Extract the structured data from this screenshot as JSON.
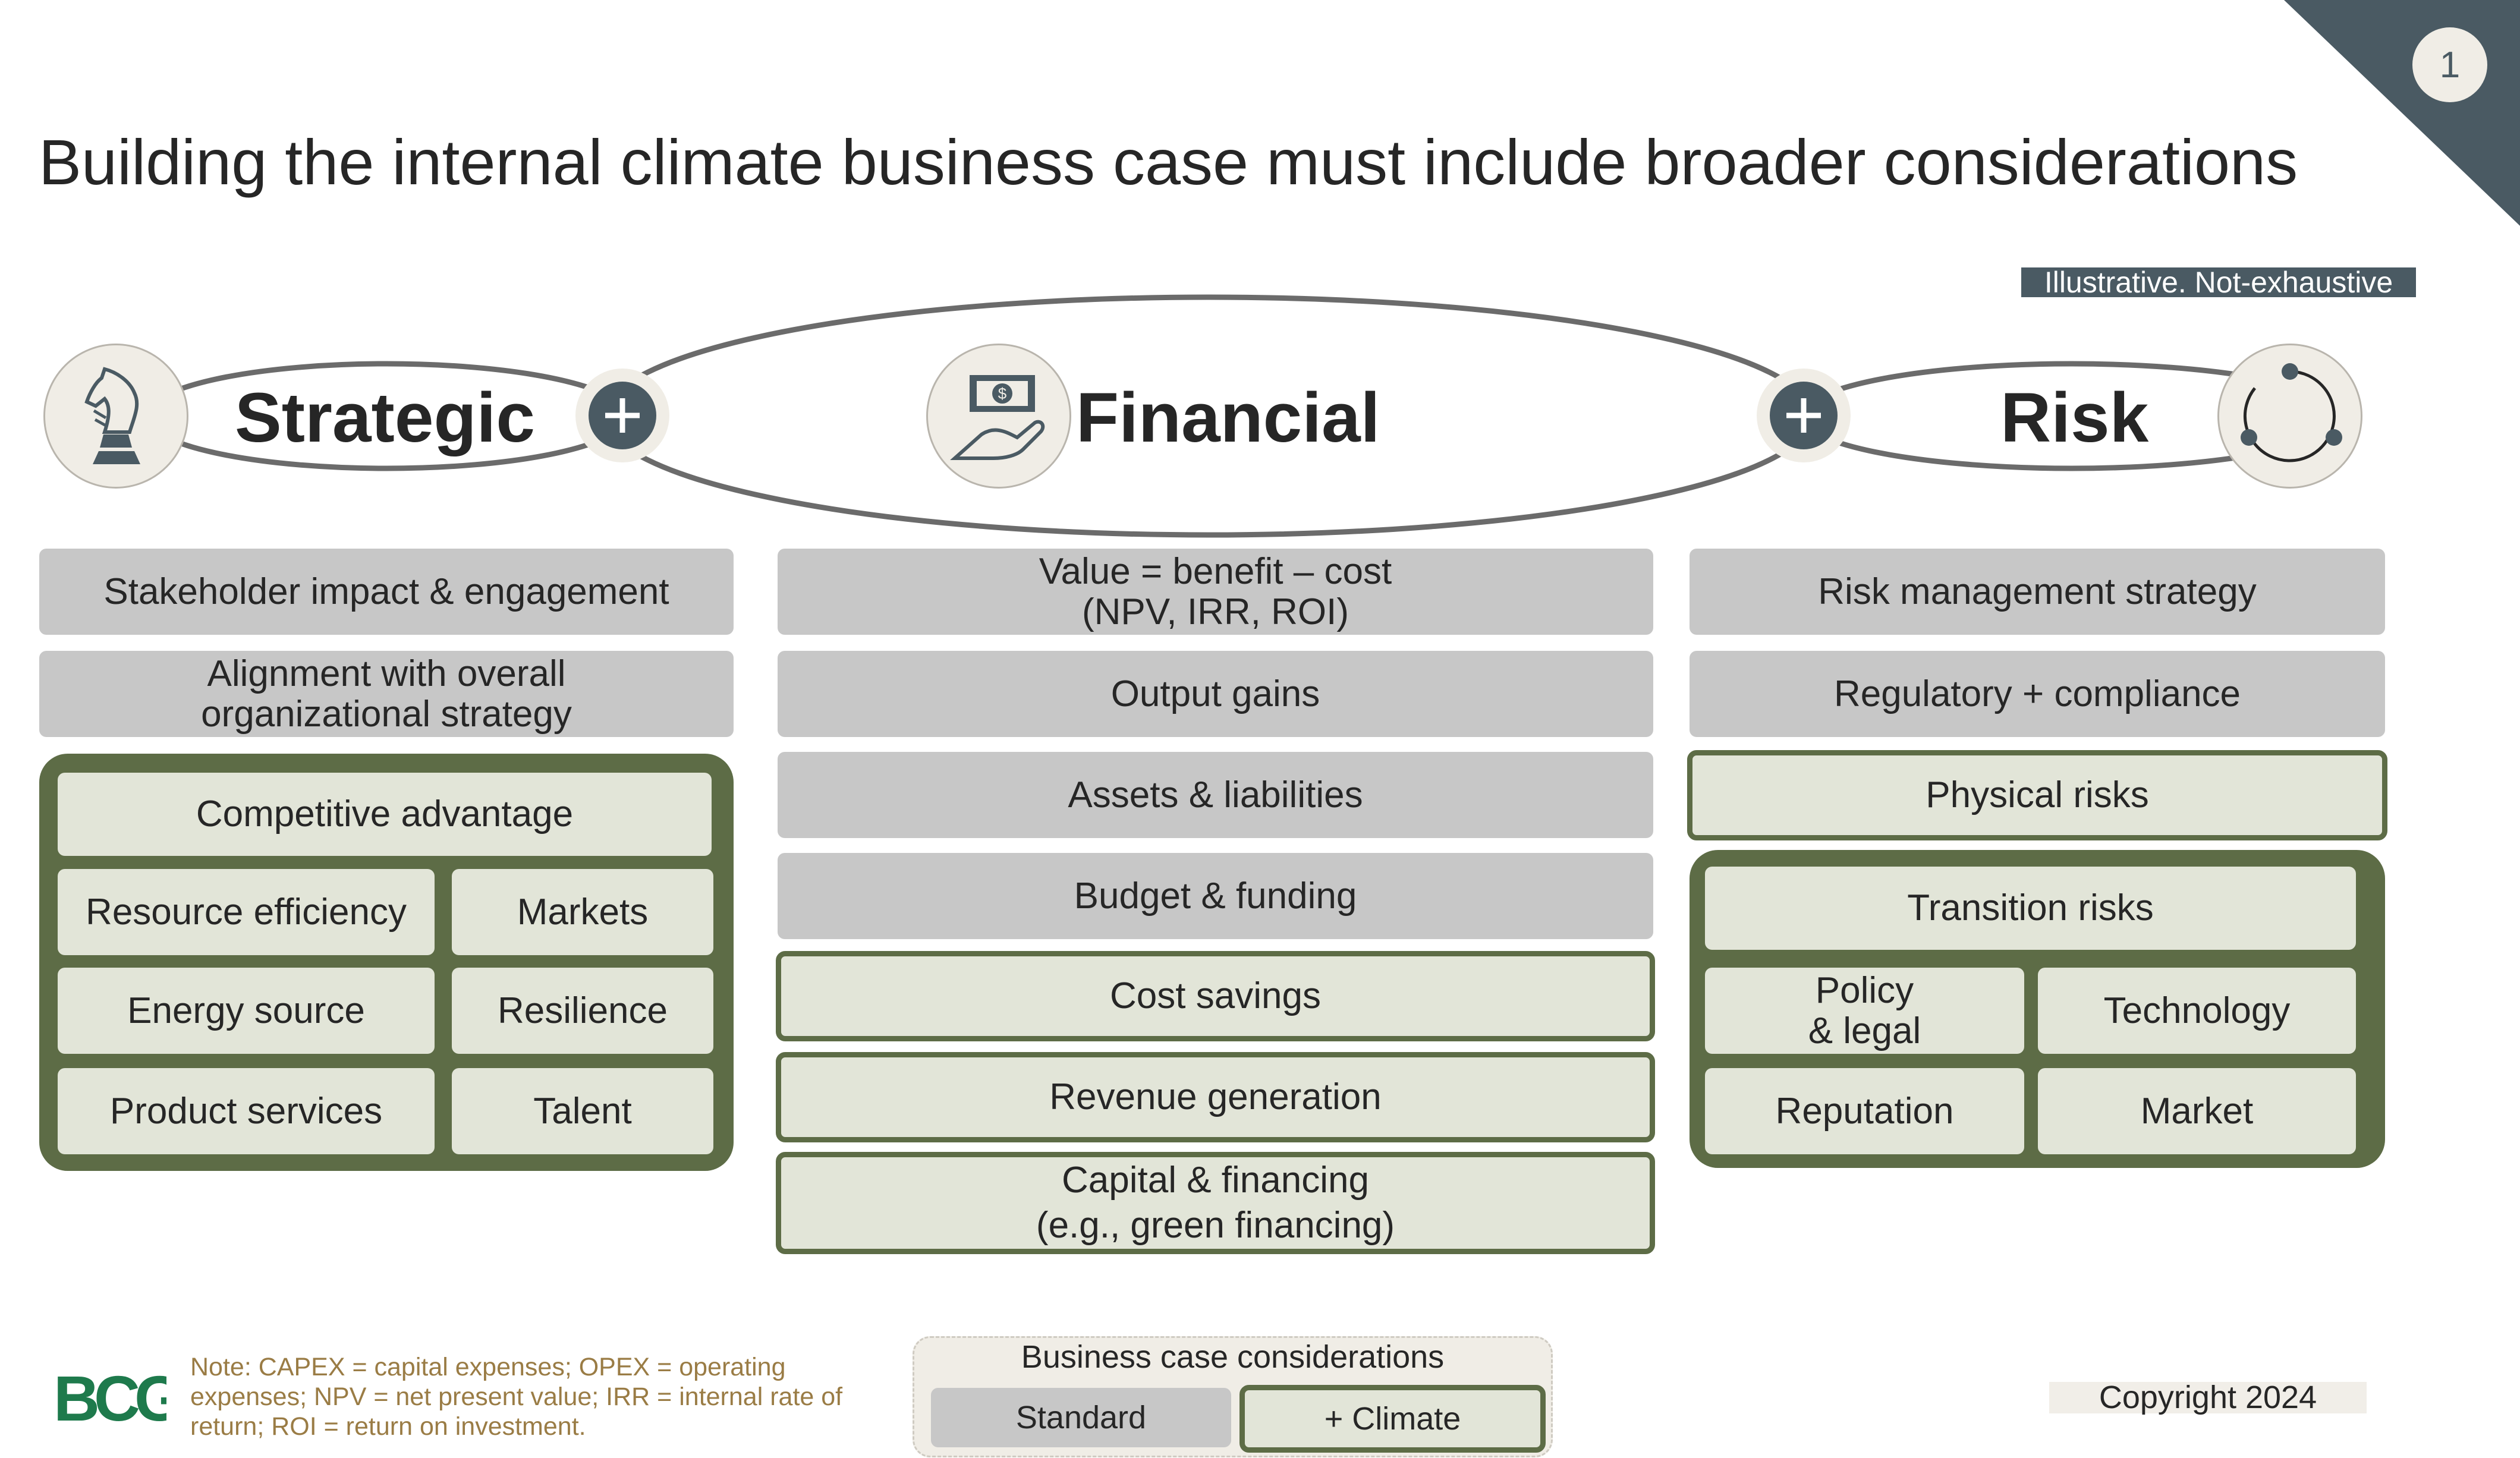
{
  "page": {
    "number": "1",
    "title": "Building the internal climate business case must include broader considerations",
    "tag": "Illustrative. Not-exhaustive"
  },
  "pillars": {
    "strategic": "Strategic",
    "financial": "Financial",
    "risk": "Risk"
  },
  "strategic": {
    "standard": [
      "Stakeholder impact & engagement",
      "Alignment with overall\norganizational strategy"
    ],
    "group_title": "Competitive advantage",
    "group_items": [
      "Resource efficiency",
      "Markets",
      "Energy source",
      "Resilience",
      "Product services",
      "Talent"
    ]
  },
  "financial": {
    "standard": [
      "Value = benefit – cost\n(NPV, IRR, ROI)",
      "Output gains",
      "Assets & liabilities",
      "Budget & funding"
    ],
    "climate": [
      "Cost savings",
      "Revenue generation",
      "Capital & financing\n(e.g., green financing)"
    ]
  },
  "risk": {
    "standard": [
      "Risk management strategy",
      "Regulatory + compliance"
    ],
    "climate": "Physical risks",
    "group_title": "Transition risks",
    "group_items": [
      "Policy\n& legal",
      "Technology",
      "Reputation",
      "Market"
    ]
  },
  "legend": {
    "title": "Business case considerations",
    "standard": "Standard",
    "climate": "+ Climate"
  },
  "note": "Note: CAPEX = capital expenses; OPEX = operating expenses; NPV = net present value; IRR = internal rate of return; ROI = return on investment.",
  "copyright": "Copyright 2024",
  "logo_text": "BCG",
  "colors": {
    "dark_slate": "#4a5a63",
    "climate_green": "#5d6c46",
    "climate_fill": "#e2e5d8",
    "standard_gray": "#c7c7c7",
    "note_brown": "#9a7c45",
    "logo_green": "#1e7a4c"
  },
  "icons": [
    "chess-knight-icon",
    "money-hand-icon",
    "risk-cycle-icon",
    "plus-icon"
  ]
}
